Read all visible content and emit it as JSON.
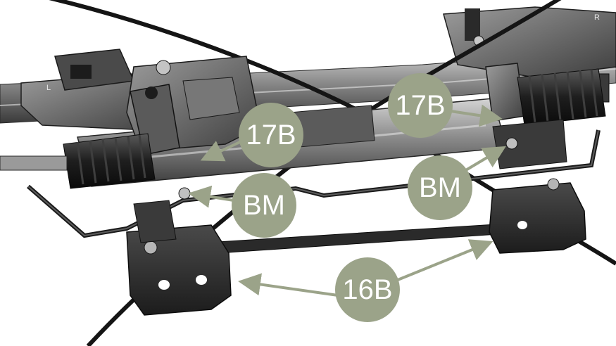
{
  "callouts": {
    "part_17b_left": "17B",
    "part_17b_right": "17B",
    "bm_left": "BM",
    "bm_right": "BM",
    "part_16b": "16B"
  },
  "marks": {
    "left_arm_letter": "L",
    "right_arm_letter": "R"
  },
  "colors": {
    "callout_fill": "#9ba389",
    "callout_text": "#ffffff",
    "arrow": "#9ba389",
    "metal_dark": "#2b2b2b",
    "metal_mid": "#6e6e6e",
    "metal_light": "#b9b9b9",
    "cable": "#151515"
  }
}
